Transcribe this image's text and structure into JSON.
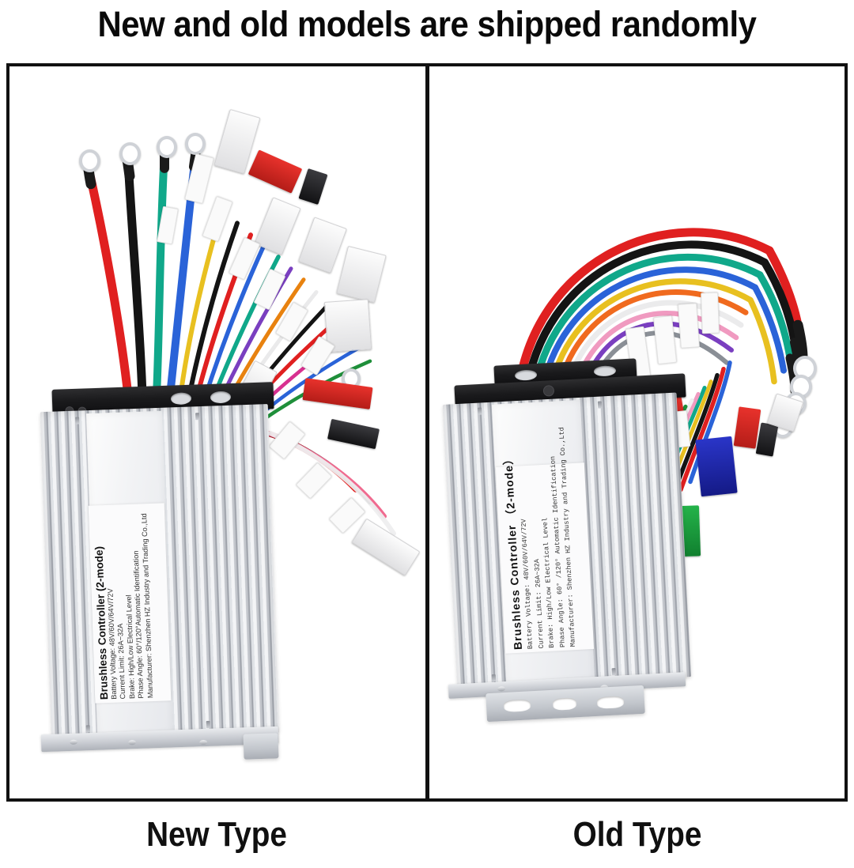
{
  "headline": "New and old models are shipped randomly",
  "panels": [
    {
      "key": "new",
      "caption": "New Type",
      "product": {
        "label_title": "Brushless Controller (2-mode)",
        "label_lines": [
          "Battery Voltage: 48V/60V/64V/72V",
          "Current Limit: 26A~32A",
          "Brake: High/Low Electrical Level",
          "Phase Angle: 60°/120°Automatic Identification",
          "Manufacturer: Shenzhen HZ Industry and Trading Co.,Ltd"
        ],
        "body_color": "#dfe2e6",
        "cap_color": "#141416",
        "wire_colors": [
          "#e02020",
          "#141414",
          "#10a88a",
          "#2a63d8",
          "#e8c020",
          "#e8820f",
          "#d83090",
          "#ffffff",
          "#7a3fc0",
          "#1f8f3a"
        ]
      }
    },
    {
      "key": "old",
      "caption": "Old Type",
      "product": {
        "label_title": "Brushless Controller （2-mode）",
        "label_lines": [
          "Battery Voltage: 48V/60V/64V/72V",
          "Current Limit: 26A~32A",
          "Brake: High/Low Electrical Level",
          "Phase Angle: 60° /120° Automatic Identification",
          "Manufacturer: Shenzhen HZ Industry and Trading Co.,Ltd"
        ],
        "body_color": "#dfe2e6",
        "cap_color": "#141416",
        "wire_colors": [
          "#e02020",
          "#141414",
          "#10a88a",
          "#2a63d8",
          "#e8c020",
          "#f06a1e",
          "#f09ac0",
          "#ffffff",
          "#8a8f96",
          "#1f8f3a"
        ]
      }
    }
  ],
  "colors": {
    "frame_border": "#111111",
    "background": "#ffffff",
    "text": "#101010"
  }
}
